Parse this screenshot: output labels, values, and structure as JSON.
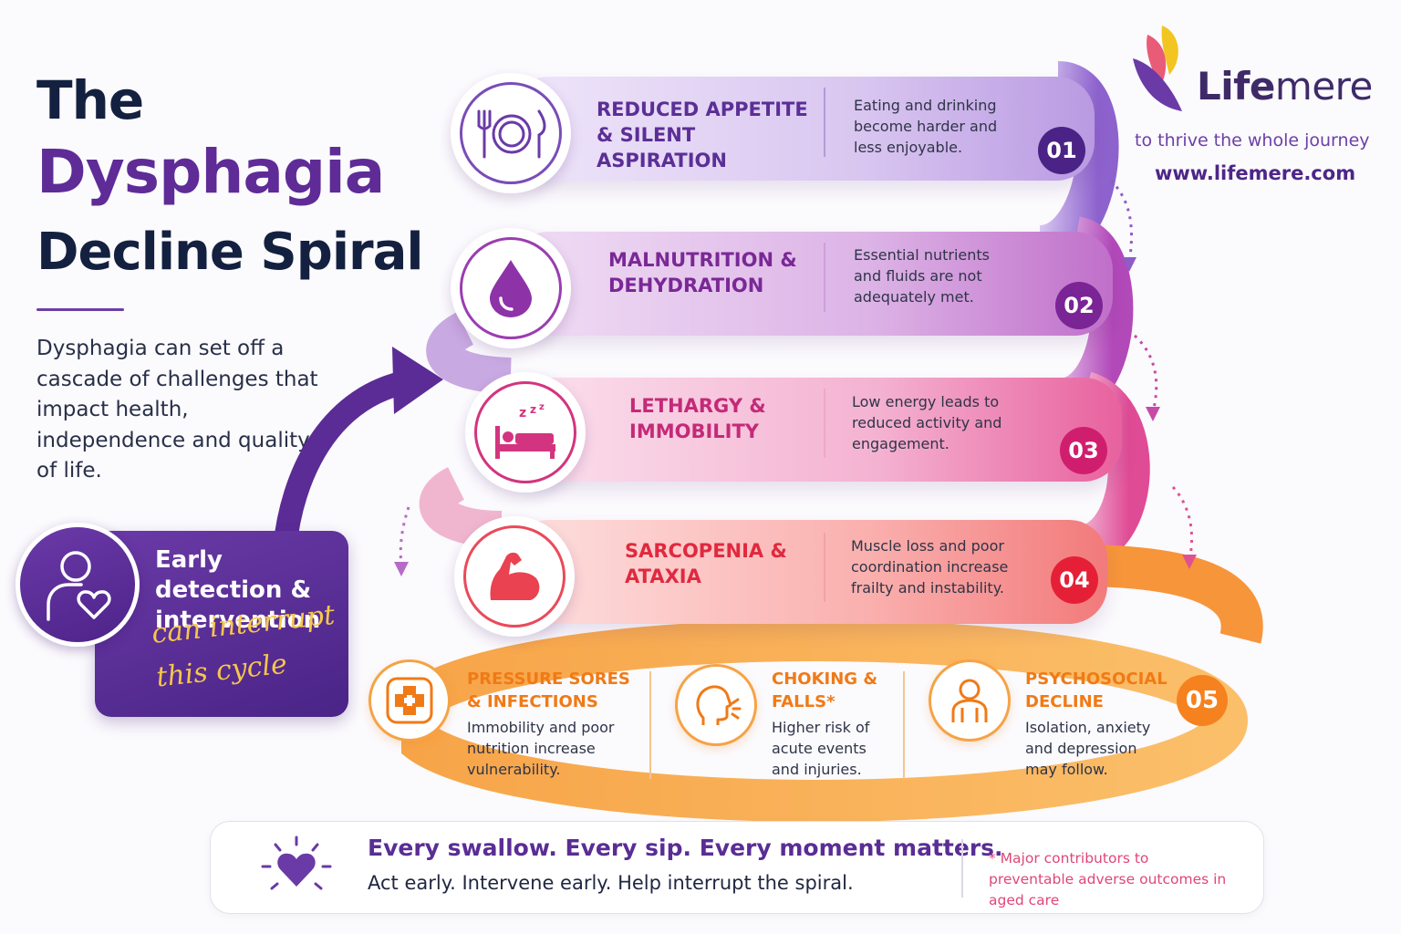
{
  "title": {
    "line1": "The",
    "line2": "Dysphagia",
    "line3": "Decline Spiral"
  },
  "intro": "Dysphagia can set off a cascade of challenges that impact health, independence and quality of life.",
  "callout": {
    "title": "Early detection & intervention",
    "script": "can interrupt this cycle"
  },
  "brand": {
    "name_part1": "Life",
    "name_part2": "mere",
    "tagline": "to thrive the whole journey",
    "website": "www.lifemere.com"
  },
  "colors": {
    "purple_dark": "#5e2b97",
    "step1": "#6b3aa8",
    "step2": "#8e32a8",
    "step3": "#d3347f",
    "step4": "#e6344b",
    "step5": "#f5821f"
  },
  "steps": [
    {
      "number": "01",
      "title": "REDUCED APPETITE & SILENT ASPIRATION",
      "description": "Eating and drinking become harder and less enjoyable.",
      "icon": "plate-cutlery-icon"
    },
    {
      "number": "02",
      "title": "MALNUTRITION & DEHYDRATION",
      "description": "Essential nutrients and fluids are not adequately met.",
      "icon": "water-drop-icon"
    },
    {
      "number": "03",
      "title": "LETHARGY & IMMOBILITY",
      "description": "Low energy leads to reduced activity and engagement.",
      "icon": "bed-sleep-icon"
    },
    {
      "number": "04",
      "title": "SARCOPENIA & ATAXIA",
      "description": "Muscle loss and poor coordination increase frailty and instability.",
      "icon": "flexed-arm-icon"
    }
  ],
  "step5": {
    "number": "05",
    "items": [
      {
        "title": "PRESSURE SORES & INFECTIONS",
        "description": "Immobility and poor nutrition increase vulnerability.",
        "icon": "medical-cross-icon"
      },
      {
        "title": "CHOKING & FALLS*",
        "description": "Higher risk of acute events and injuries.",
        "icon": "choking-head-icon"
      },
      {
        "title": "PSYCHOSOCIAL DECLINE",
        "description": "Isolation, anxiety and depression may follow.",
        "icon": "person-icon"
      }
    ]
  },
  "footer": {
    "headline": "Every swallow. Every sip. Every moment matters.",
    "subline": "Act early. Intervene early. Help interrupt the spiral.",
    "note": "* Major contributors to preventable adverse outcomes in aged care"
  }
}
